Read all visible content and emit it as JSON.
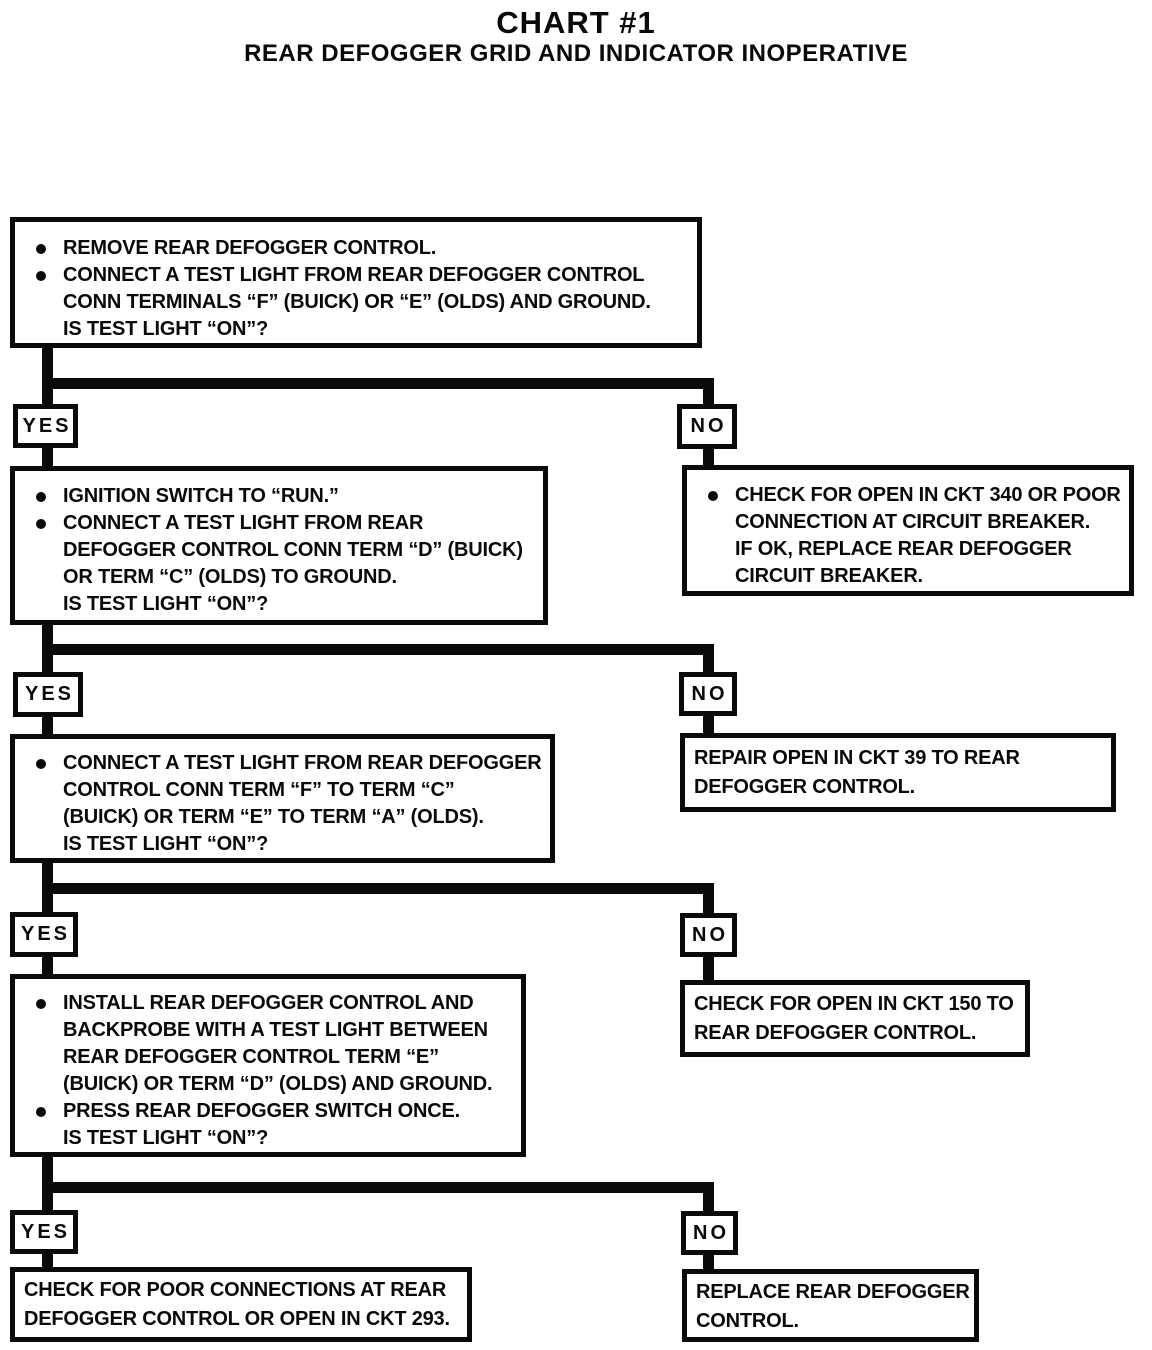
{
  "colors": {
    "ink": "#0a0a0a",
    "paper": "#ffffff"
  },
  "header": {
    "title": "CHART #1",
    "subtitle": "REAR DEFOGGER GRID AND INDICATOR INOPERATIVE"
  },
  "labels": {
    "yes": "YES",
    "no": "NO"
  },
  "boxes": {
    "step1": {
      "lines": [
        "REMOVE REAR DEFOGGER CONTROL.",
        "CONNECT A TEST LIGHT FROM REAR DEFOGGER CONTROL",
        "CONN TERMINALS “F” (BUICK) OR “E” (OLDS) AND GROUND.",
        "IS TEST LIGHT “ON”?"
      ]
    },
    "step2": {
      "lines": [
        "IGNITION SWITCH TO “RUN.”",
        "CONNECT A TEST LIGHT FROM REAR",
        "DEFOGGER CONTROL CONN TERM “D” (BUICK)",
        "OR TERM “C” (OLDS) TO GROUND.",
        "IS TEST LIGHT “ON”?"
      ]
    },
    "result_no1": {
      "lines": [
        "CHECK FOR OPEN IN CKT 340 OR POOR",
        "CONNECTION AT CIRCUIT BREAKER.",
        "IF OK, REPLACE REAR DEFOGGER",
        "CIRCUIT BREAKER."
      ]
    },
    "step3": {
      "lines": [
        "CONNECT A TEST LIGHT FROM REAR DEFOGGER",
        "CONTROL CONN TERM “F” TO TERM “C”",
        "(BUICK) OR TERM “E” TO TERM “A” (OLDS).",
        "IS TEST LIGHT “ON”?"
      ]
    },
    "result_no2": {
      "lines": [
        "REPAIR OPEN IN CKT 39 TO REAR",
        "DEFOGGER CONTROL."
      ]
    },
    "step4": {
      "lines": [
        "INSTALL REAR DEFOGGER CONTROL AND",
        "BACKPROBE WITH A TEST LIGHT BETWEEN",
        "REAR DEFOGGER CONTROL TERM “E”",
        "(BUICK) OR TERM “D” (OLDS) AND GROUND.",
        "PRESS REAR DEFOGGER SWITCH ONCE.",
        "IS TEST LIGHT “ON”?"
      ]
    },
    "result_no3": {
      "lines": [
        "CHECK FOR OPEN IN CKT 150 TO",
        "REAR DEFOGGER CONTROL."
      ]
    },
    "result_yes4": {
      "lines": [
        "CHECK FOR POOR CONNECTIONS AT REAR",
        "DEFOGGER CONTROL OR OPEN IN CKT 293."
      ]
    },
    "result_no4": {
      "lines": [
        "REPLACE REAR DEFOGGER",
        "CONTROL."
      ]
    }
  }
}
